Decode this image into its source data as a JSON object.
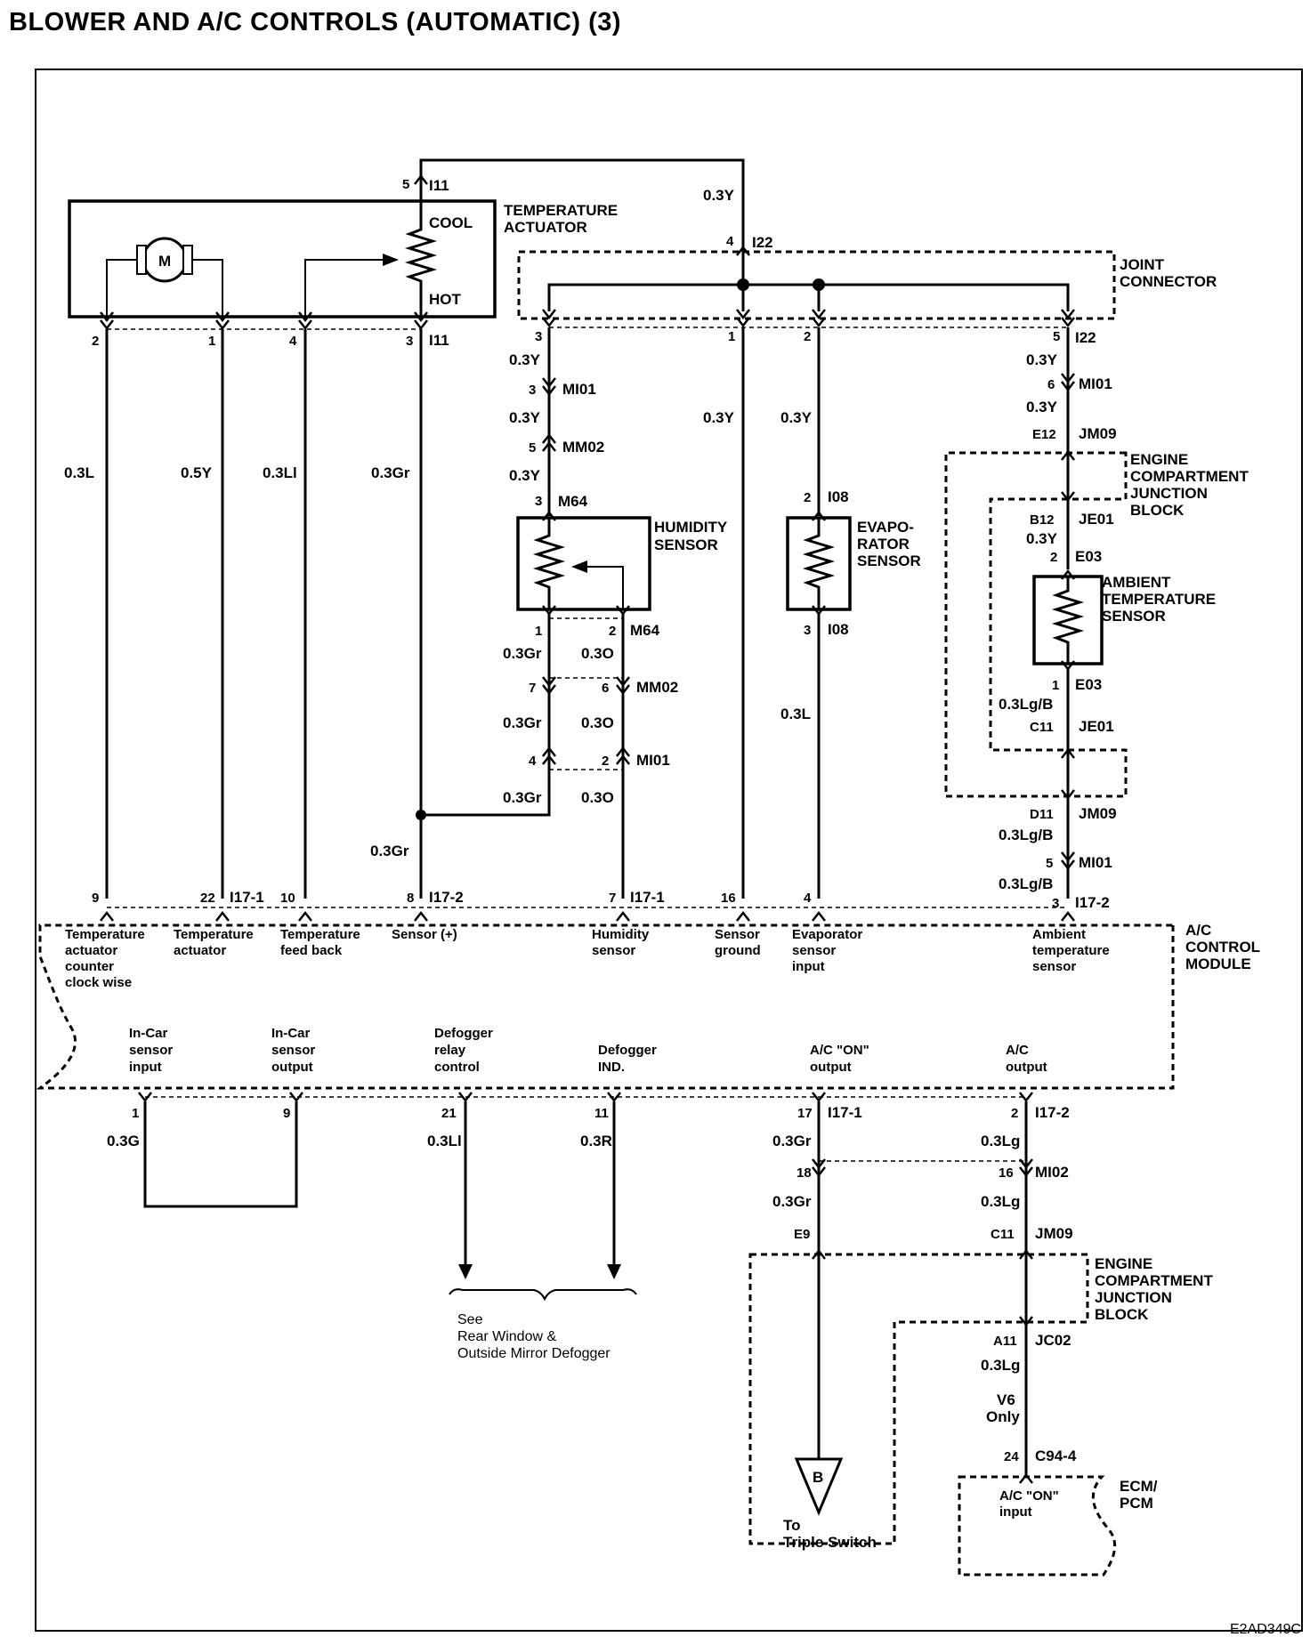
{
  "title": "BLOWER AND A/C CONTROLS (AUTOMATIC) (3)",
  "figure_id": "E2AD349C",
  "temperature_actuator": {
    "name": [
      "TEMPERATURE",
      "ACTUATOR"
    ],
    "motor": "M",
    "cool": "COOL",
    "hot": "HOT",
    "conn_top_pin": "5",
    "conn_top": "I11",
    "conn_bottom": "I11",
    "pins": [
      "2",
      "1",
      "4",
      "3"
    ]
  },
  "joint_connector": {
    "name": [
      "JOINT",
      "CONNECTOR"
    ],
    "top_pin": "4",
    "top_conn": "I22",
    "pins": [
      "3",
      "1",
      "2",
      "5"
    ],
    "bottom_conn": "I22"
  },
  "wires": {
    "w03L": "0.3L",
    "w05Y": "0.5Y",
    "w03Ll": "0.3Ll",
    "w03Gr": "0.3Gr",
    "w03Y": "0.3Y",
    "w03O": "0.3O",
    "w03LgB": "0.3Lg/B",
    "w03G": "0.3G",
    "w03R": "0.3R",
    "w03Lg": "0.3Lg"
  },
  "connectors": {
    "MI01": "MI01",
    "MM02": "MM02",
    "M64": "M64",
    "I08": "I08",
    "JM09": "JM09",
    "JE01": "JE01",
    "E03": "E03",
    "I17_1": "I17-1",
    "I17_2": "I17-2",
    "MI02": "MI02",
    "JC02": "JC02",
    "C94_4": "C94-4"
  },
  "pins": {
    "p3": "3",
    "p5": "5",
    "p6": "6",
    "p2": "2",
    "p1": "1",
    "p7": "7",
    "p4": "4",
    "p9": "9",
    "p22": "22",
    "p10": "10",
    "p8": "8",
    "p16": "16",
    "p21": "21",
    "p11": "11",
    "p17": "17",
    "p18": "18",
    "p24": "24",
    "E12": "E12",
    "B12": "B12",
    "C11": "C11",
    "D11": "D11",
    "E9": "E9",
    "A11": "A11"
  },
  "sensors": {
    "humidity": [
      "HUMIDITY",
      "SENSOR"
    ],
    "evaporator": [
      "EVAPO-",
      "RATOR",
      "SENSOR"
    ],
    "ambient": [
      "AMBIENT",
      "TEMPERATURE",
      "SENSOR"
    ]
  },
  "ecjb": [
    "ENGINE",
    "COMPARTMENT",
    "JUNCTION",
    "BLOCK"
  ],
  "module": {
    "name": [
      "A/C",
      "CONTROL",
      "MODULE"
    ],
    "top_labels": {
      "t1": [
        "Temperature",
        "actuator",
        "counter",
        "clock wise"
      ],
      "t2": [
        "Temperature",
        "actuator"
      ],
      "t3": [
        "Temperature",
        "feed back"
      ],
      "t4": [
        "Sensor (+)"
      ],
      "t5": [
        "Humidity",
        "sensor"
      ],
      "t6": [
        "Sensor",
        "ground"
      ],
      "t7": [
        "Evaporator",
        "sensor",
        "input"
      ],
      "t8": [
        "Ambient",
        "temperature",
        "sensor"
      ]
    },
    "bottom_labels": {
      "b1": [
        "In-Car",
        "sensor",
        "input"
      ],
      "b2": [
        "In-Car",
        "sensor",
        "output"
      ],
      "b3": [
        "Defogger",
        "relay",
        "control"
      ],
      "b4": [
        "Defogger",
        "IND."
      ],
      "b5": [
        "A/C \"ON\"",
        "output"
      ],
      "b6": [
        "A/C",
        "output"
      ]
    }
  },
  "see_note": [
    "See",
    "Rear Window &",
    "Outside Mirror Defogger"
  ],
  "triple_switch": {
    "symbol": "B",
    "label": [
      "To",
      "Triple Switch"
    ]
  },
  "v6_only": [
    "V6",
    "Only"
  ],
  "ecm": {
    "name": [
      "ECM/",
      "PCM"
    ],
    "input": [
      "A/C \"ON\"",
      "input"
    ]
  }
}
